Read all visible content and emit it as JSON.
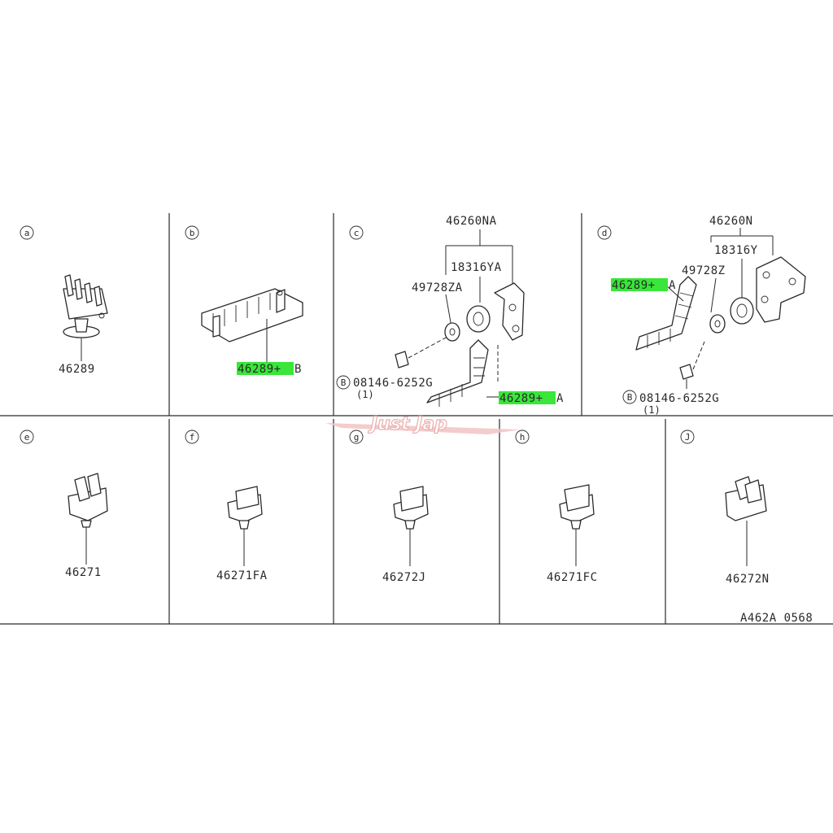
{
  "panels": [
    {
      "id": "a",
      "label": "a",
      "parts": [
        "46289"
      ]
    },
    {
      "id": "b",
      "label": "b",
      "parts": [
        "46289+B"
      ]
    },
    {
      "id": "c",
      "label": "c",
      "parts": [
        "46260NA",
        "18316YA",
        "49728ZA",
        "08146-6252G",
        "(1)",
        "46289+A"
      ]
    },
    {
      "id": "d",
      "label": "d",
      "parts": [
        "46260N",
        "18316Y",
        "49728Z",
        "46289+A",
        "08146-6252G",
        "(1)"
      ]
    },
    {
      "id": "e",
      "label": "e",
      "parts": [
        "46271"
      ]
    },
    {
      "id": "f",
      "label": "f",
      "parts": [
        "46271FA"
      ]
    },
    {
      "id": "g",
      "label": "g",
      "parts": [
        "46272J"
      ]
    },
    {
      "id": "h",
      "label": "h",
      "parts": [
        "46271FC"
      ]
    },
    {
      "id": "j",
      "label": "J",
      "parts": [
        "46272N"
      ]
    }
  ],
  "labels": {
    "a_part": "46289",
    "b_part_num": "46289+",
    "b_part_suffix": "B",
    "c_assembly": "46260NA",
    "c_grommet": "18316YA",
    "c_washer": "49728ZA",
    "c_bolt_marker": "B",
    "c_bolt": "08146-6252G",
    "c_qty": "(1)",
    "c_clip_num": "46289+",
    "c_clip_suffix": "A",
    "d_assembly": "46260N",
    "d_grommet": "18316Y",
    "d_washer": "49728Z",
    "d_clip_num": "46289+",
    "d_clip_suffix": "A",
    "d_bolt_marker": "B",
    "d_bolt": "08146-6252G",
    "d_qty": "(1)",
    "e_part": "46271",
    "f_part": "46271FA",
    "g_part": "46272J",
    "h_part": "46271FC",
    "j_part": "46272N",
    "diagram_code": "A462A 0568"
  },
  "watermark": "Just Jap",
  "colors": {
    "highlight": "#39e639",
    "line": "#2a2a2a",
    "watermark": "#e8a0a0"
  }
}
